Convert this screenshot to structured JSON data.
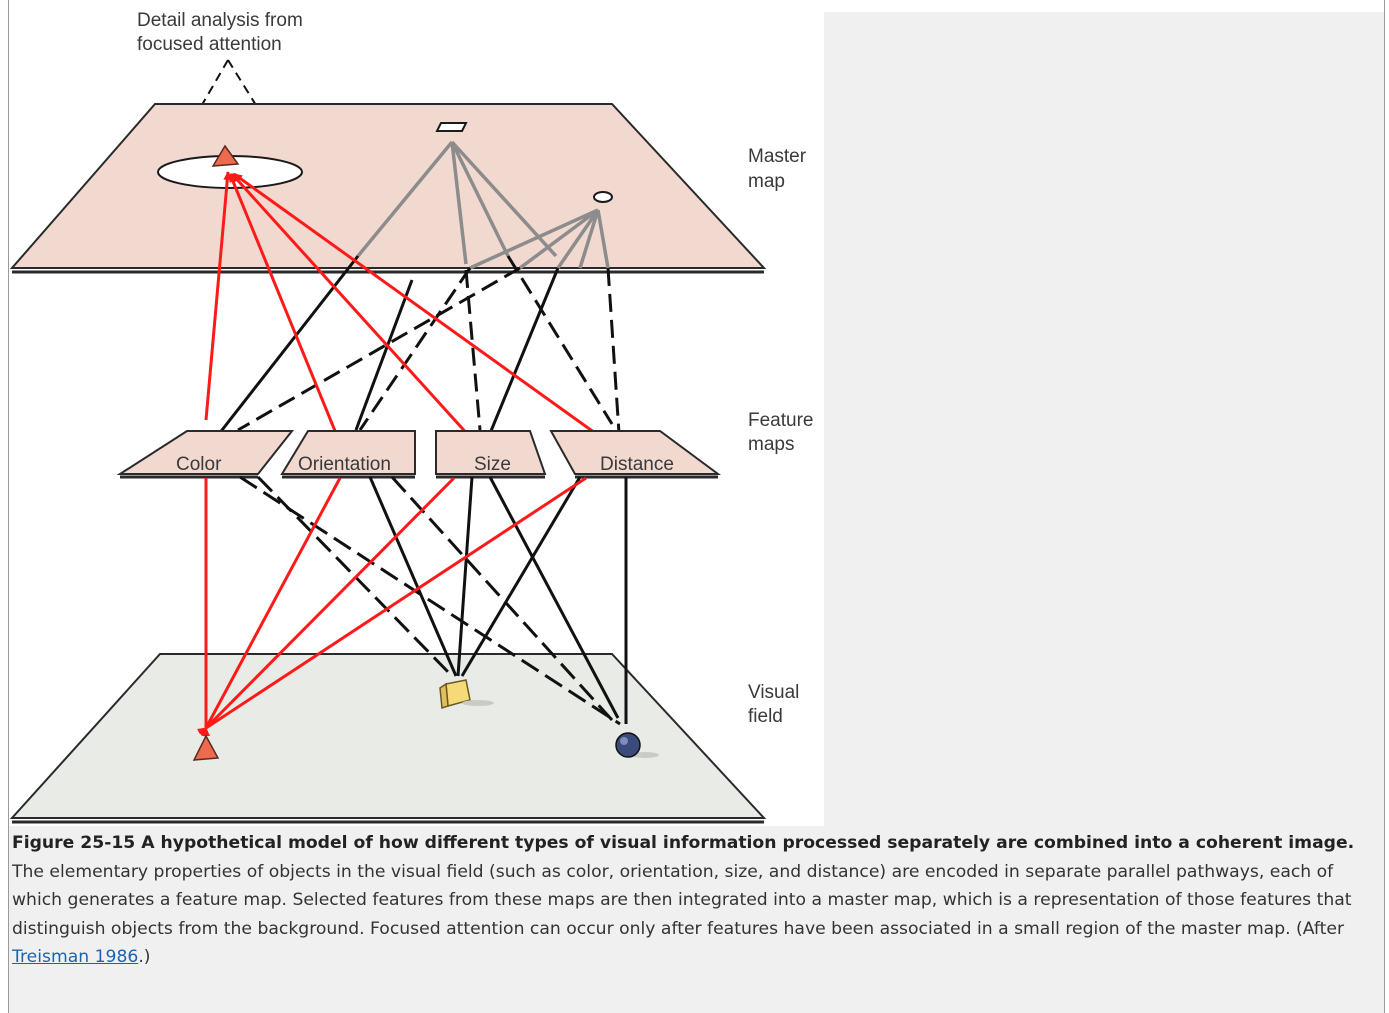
{
  "diagram": {
    "top_label": [
      "Detail analysis from",
      "focused attention"
    ],
    "layers": {
      "master": [
        "Master",
        "map"
      ],
      "features": [
        "Feature",
        "maps"
      ],
      "visual": [
        "Visual",
        "field"
      ]
    },
    "feature_maps": [
      "Color",
      "Orientation",
      "Size",
      "Distance"
    ],
    "colors": {
      "red_arrow": "#ff1a1a",
      "gray_line": "#8c8c8c",
      "black_line": "#111111",
      "master_fill": "#f2d9d0",
      "feature_fill": "#f2d9d0",
      "visual_fill": "#e9ebe7",
      "triangle": "#ec6a4e",
      "cube": "#f6da79",
      "sphere": "#3a4a7a"
    }
  },
  "caption": {
    "title": "Figure 25-15 A hypothetical model of how different types of visual information processed separately are combined into a coherent image.",
    "body": " The elementary properties of objects in the visual field (such as color, orientation, size, and distance) are encoded in separate parallel pathways, each of which generates a feature map. Selected features from these maps are then integrated into a master map, which is a representation of those features that distinguish objects from the background. Focused attention can occur only after features have been associated in a small region of the master map. (After ",
    "link": "Treisman 1986",
    "tail": ".)"
  }
}
